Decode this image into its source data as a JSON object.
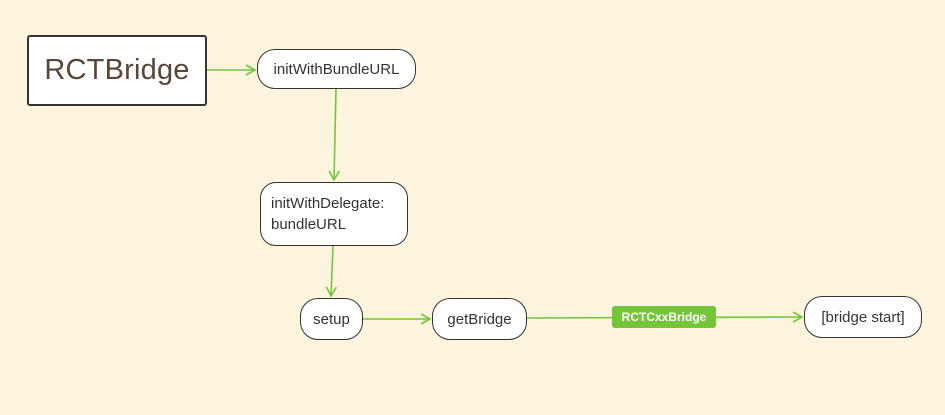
{
  "nodes": {
    "root": "RCTBridge",
    "init_with_bundle_url": "initWithBundleURL",
    "init_with_delegate": "initWithDelegate:\nbundleURL",
    "setup": "setup",
    "get_bridge": "getBridge",
    "bridge_start": "[bridge start]"
  },
  "edge_label": "RCTCxxBridge",
  "colors": {
    "background": "#fcf4dc",
    "arrow": "#74c53a",
    "node_border": "#333333",
    "node_fill": "#ffffff",
    "label_fill": "#74c53a"
  }
}
